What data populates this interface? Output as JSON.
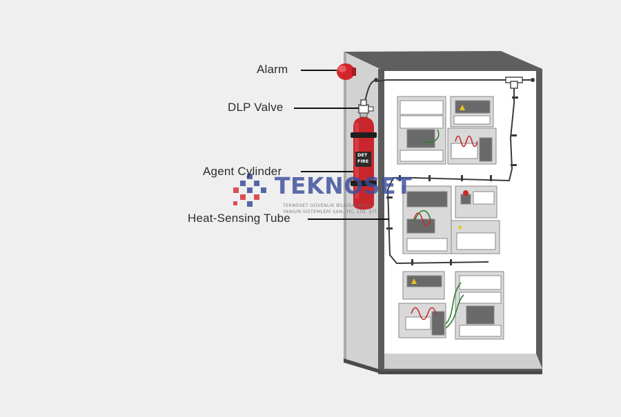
{
  "labels": {
    "alarm": "Alarm",
    "dlp_valve": "DLP Valve",
    "agent_cylinder": "Agent Cylinder",
    "heat_sensing_tube": "Heat-Sensing Tube"
  },
  "watermark": {
    "name": "TEKNOSET",
    "line1": "TEKNOSET GÜVENLİK BİLGİSAYAR ve",
    "line2": "YANGIN SİSTEMLERİ SAN. TİC. LTD. ŞTİ."
  },
  "cylinder_label": {
    "line1": "FIRE",
    "line2": "DET"
  },
  "colors": {
    "background": "#efefef",
    "cabinet_dark": "#5c5c5c",
    "cabinet_light": "#cfcfcf",
    "cylinder_red": "#c8262c",
    "alarm_red": "#d0262b",
    "tube": "#3a3a3a",
    "watermark_blue": "#3b4d9b",
    "watermark_red": "#d8343b",
    "wire_red": "#c62828",
    "wire_green": "#2e7d32"
  },
  "icons": [
    "alarm-bell-icon",
    "valve-icon",
    "cylinder-icon",
    "teknoset-logo"
  ]
}
